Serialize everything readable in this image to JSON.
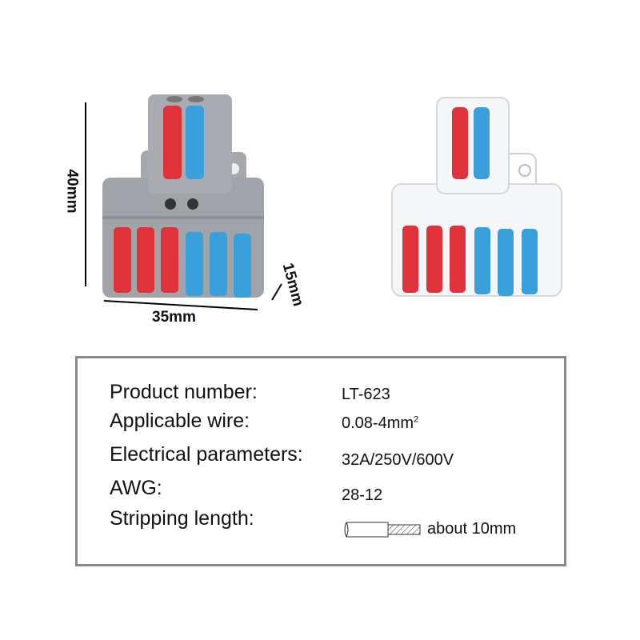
{
  "dimensions": {
    "height": "40mm",
    "width": "35mm",
    "depth": "15mm"
  },
  "specs": [
    {
      "label": "Product number:",
      "value": "LT-623"
    },
    {
      "label": "Applicable wire:",
      "value": "0.08-4mm",
      "sup": "2"
    },
    {
      "label": "Electrical parameters:",
      "value": "32A/250V/600V"
    },
    {
      "label": "AWG:",
      "value": "28-12"
    },
    {
      "label": "Stripping length:",
      "value": "about 10mm"
    }
  ],
  "colors": {
    "red": "#e0323a",
    "blue": "#3aa0dc",
    "gray": "#9a9ea3",
    "border": "#8a8a8a"
  }
}
